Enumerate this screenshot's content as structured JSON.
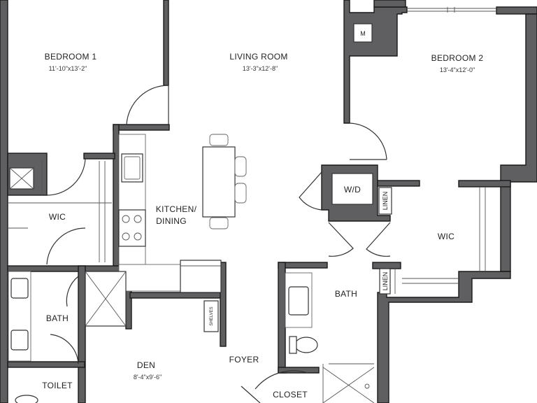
{
  "rooms": {
    "bedroom1": {
      "name": "BEDROOM 1",
      "dims": "11'-10\"x13'-2\""
    },
    "living": {
      "name": "LIVING ROOM",
      "dims": "13'-3\"x12'-8\""
    },
    "bedroom2": {
      "name": "BEDROOM 2",
      "dims": "13'-4\"x12'-0\""
    },
    "kitchen": {
      "line1": "KITCHEN/",
      "line2": "DINING"
    },
    "wic_left": {
      "name": "WIC"
    },
    "wic_right": {
      "name": "WIC"
    },
    "bath_left": {
      "name": "BATH"
    },
    "bath_right": {
      "name": "BATH"
    },
    "toilet": {
      "name": "TOILET"
    },
    "den": {
      "name": "DEN",
      "dims": "8'-4\"x9'-6\""
    },
    "foyer": {
      "name": "FOYER"
    },
    "closet": {
      "name": "CLOSET"
    }
  },
  "fixtures": {
    "mech": "M",
    "washer_dryer": "W/D",
    "linen_upper": "LINEN",
    "linen_lower": "LINEN",
    "shelves": "SHELVES"
  }
}
